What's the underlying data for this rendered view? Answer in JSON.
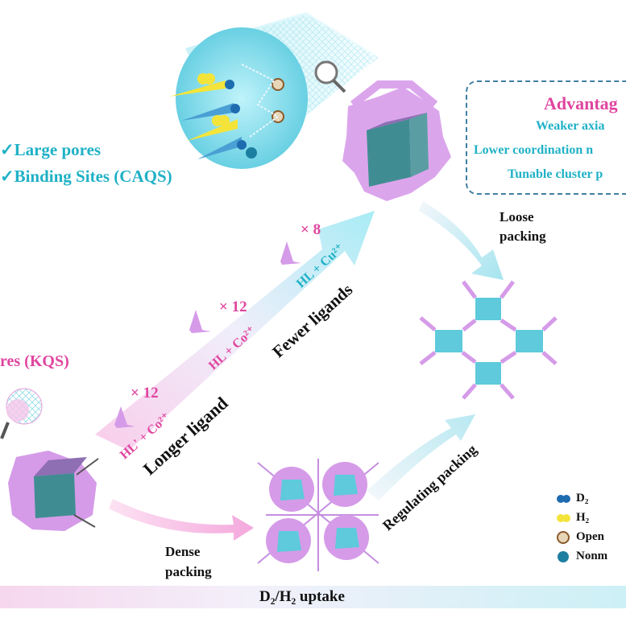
{
  "advantages": {
    "title": "Advantag",
    "line1": "Weaker axia",
    "line2": "Lower coordination n",
    "line3": "Tunable cluster p"
  },
  "features": {
    "large_pores": "✓Large pores",
    "binding_sites": "✓Binding Sites (CAQS)",
    "kqs": "res (KQS)"
  },
  "arrows": {
    "longer_ligand": "Longer ligand",
    "fewer_ligands": "Fewer ligands",
    "regulating_packing": "Regulating packing",
    "loose_packing_1": "Loose",
    "loose_packing_2": "packing",
    "dense_packing_1": "Dense",
    "dense_packing_2": "packing"
  },
  "reactions": {
    "r1_multiplier": "× 12",
    "r1_formula": "HL' + Co²⁺",
    "r2_multiplier": "× 12",
    "r2_formula": "HL + Co²⁺",
    "r3_multiplier": "× 8",
    "r3_formula": "HL + Cu²⁺"
  },
  "legend": {
    "d2": "D₂",
    "h2": "H₂",
    "open": "Open",
    "nonm": "Nonm"
  },
  "bottom_bar": "D₂/H₂ uptake",
  "colors": {
    "cyan": "#1fb1c6",
    "pink": "#e0459f",
    "lilac": "#d59be8",
    "teal_cube": "#3f8d92",
    "light_cyan": "#7fd6e3"
  },
  "icons": [
    "magnifier-icon",
    "d2-molecule-icon",
    "h2-molecule-icon",
    "open-site-icon",
    "nonmetal-site-icon"
  ]
}
